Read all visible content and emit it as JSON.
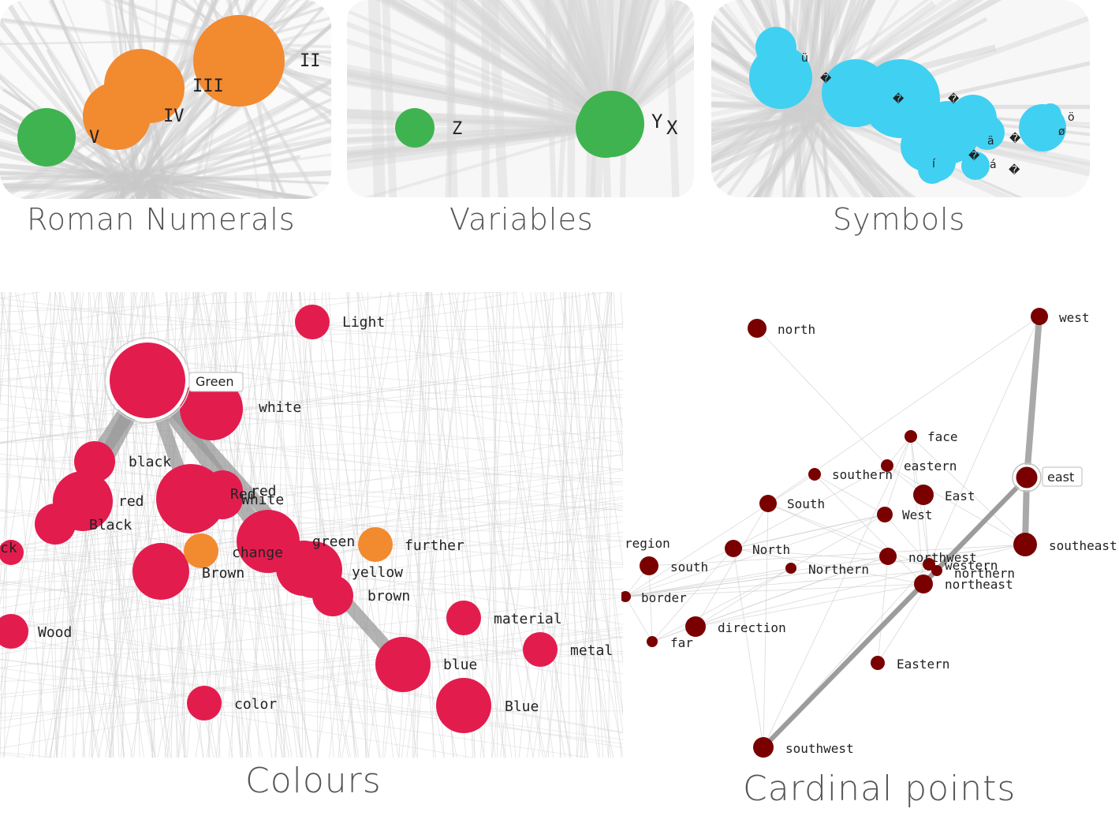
{
  "panels": [
    {
      "id": "roman",
      "caption": "Roman Numerals",
      "nodes": [
        {
          "label": "II",
          "color": "#f28a30"
        },
        {
          "label": "III",
          "color": "#f28a30"
        },
        {
          "label": "IV",
          "color": "#f28a30"
        },
        {
          "label": "V",
          "color": "#3fb34f"
        }
      ]
    },
    {
      "id": "variables",
      "caption": "Variables",
      "nodes": [
        {
          "label": "Z",
          "color": "#3fb34f"
        },
        {
          "label": "Y",
          "color": "#3fb34f"
        },
        {
          "label": "X",
          "color": "#3fb34f"
        }
      ]
    },
    {
      "id": "symbols",
      "caption": "Symbols",
      "nodes": [
        {
          "label": "ü"
        },
        {
          "label": "�"
        },
        {
          "label": "�"
        },
        {
          "label": "�"
        },
        {
          "label": "ö"
        },
        {
          "label": "ø"
        },
        {
          "label": "ä"
        },
        {
          "label": "�"
        },
        {
          "label": "í"
        },
        {
          "label": "�"
        },
        {
          "label": "á"
        },
        {
          "label": "�"
        }
      ],
      "color": "#40d0f2"
    },
    {
      "id": "colours",
      "caption": "Colours",
      "tooltip": "Green",
      "node_color": "#e31c4e",
      "accent_color": "#f28a30",
      "nodes": [
        {
          "label": "Light"
        },
        {
          "label": "white"
        },
        {
          "label": "black"
        },
        {
          "label": "red"
        },
        {
          "label": "Black"
        },
        {
          "label": "Red"
        },
        {
          "label": "red"
        },
        {
          "label": "White"
        },
        {
          "label": "ck"
        },
        {
          "label": "change"
        },
        {
          "label": "green"
        },
        {
          "label": "further"
        },
        {
          "label": "Brown"
        },
        {
          "label": "yellow"
        },
        {
          "label": "brown"
        },
        {
          "label": "Wood"
        },
        {
          "label": "material"
        },
        {
          "label": "metal"
        },
        {
          "label": "blue"
        },
        {
          "label": "color"
        },
        {
          "label": "Blue"
        }
      ]
    },
    {
      "id": "cardinal",
      "caption": "Cardinal points",
      "tooltip": "east",
      "node_color": "#7a0000",
      "nodes": [
        {
          "label": "north"
        },
        {
          "label": "west"
        },
        {
          "label": "face"
        },
        {
          "label": "eastern"
        },
        {
          "label": "southern"
        },
        {
          "label": "South"
        },
        {
          "label": "East"
        },
        {
          "label": "West"
        },
        {
          "label": "region"
        },
        {
          "label": "North"
        },
        {
          "label": "south"
        },
        {
          "label": "Northern"
        },
        {
          "label": "northwest"
        },
        {
          "label": "western"
        },
        {
          "label": "northern"
        },
        {
          "label": "northeast"
        },
        {
          "label": "southeast"
        },
        {
          "label": "border"
        },
        {
          "label": "direction"
        },
        {
          "label": "far"
        },
        {
          "label": "Eastern"
        },
        {
          "label": "southwest"
        }
      ]
    }
  ]
}
